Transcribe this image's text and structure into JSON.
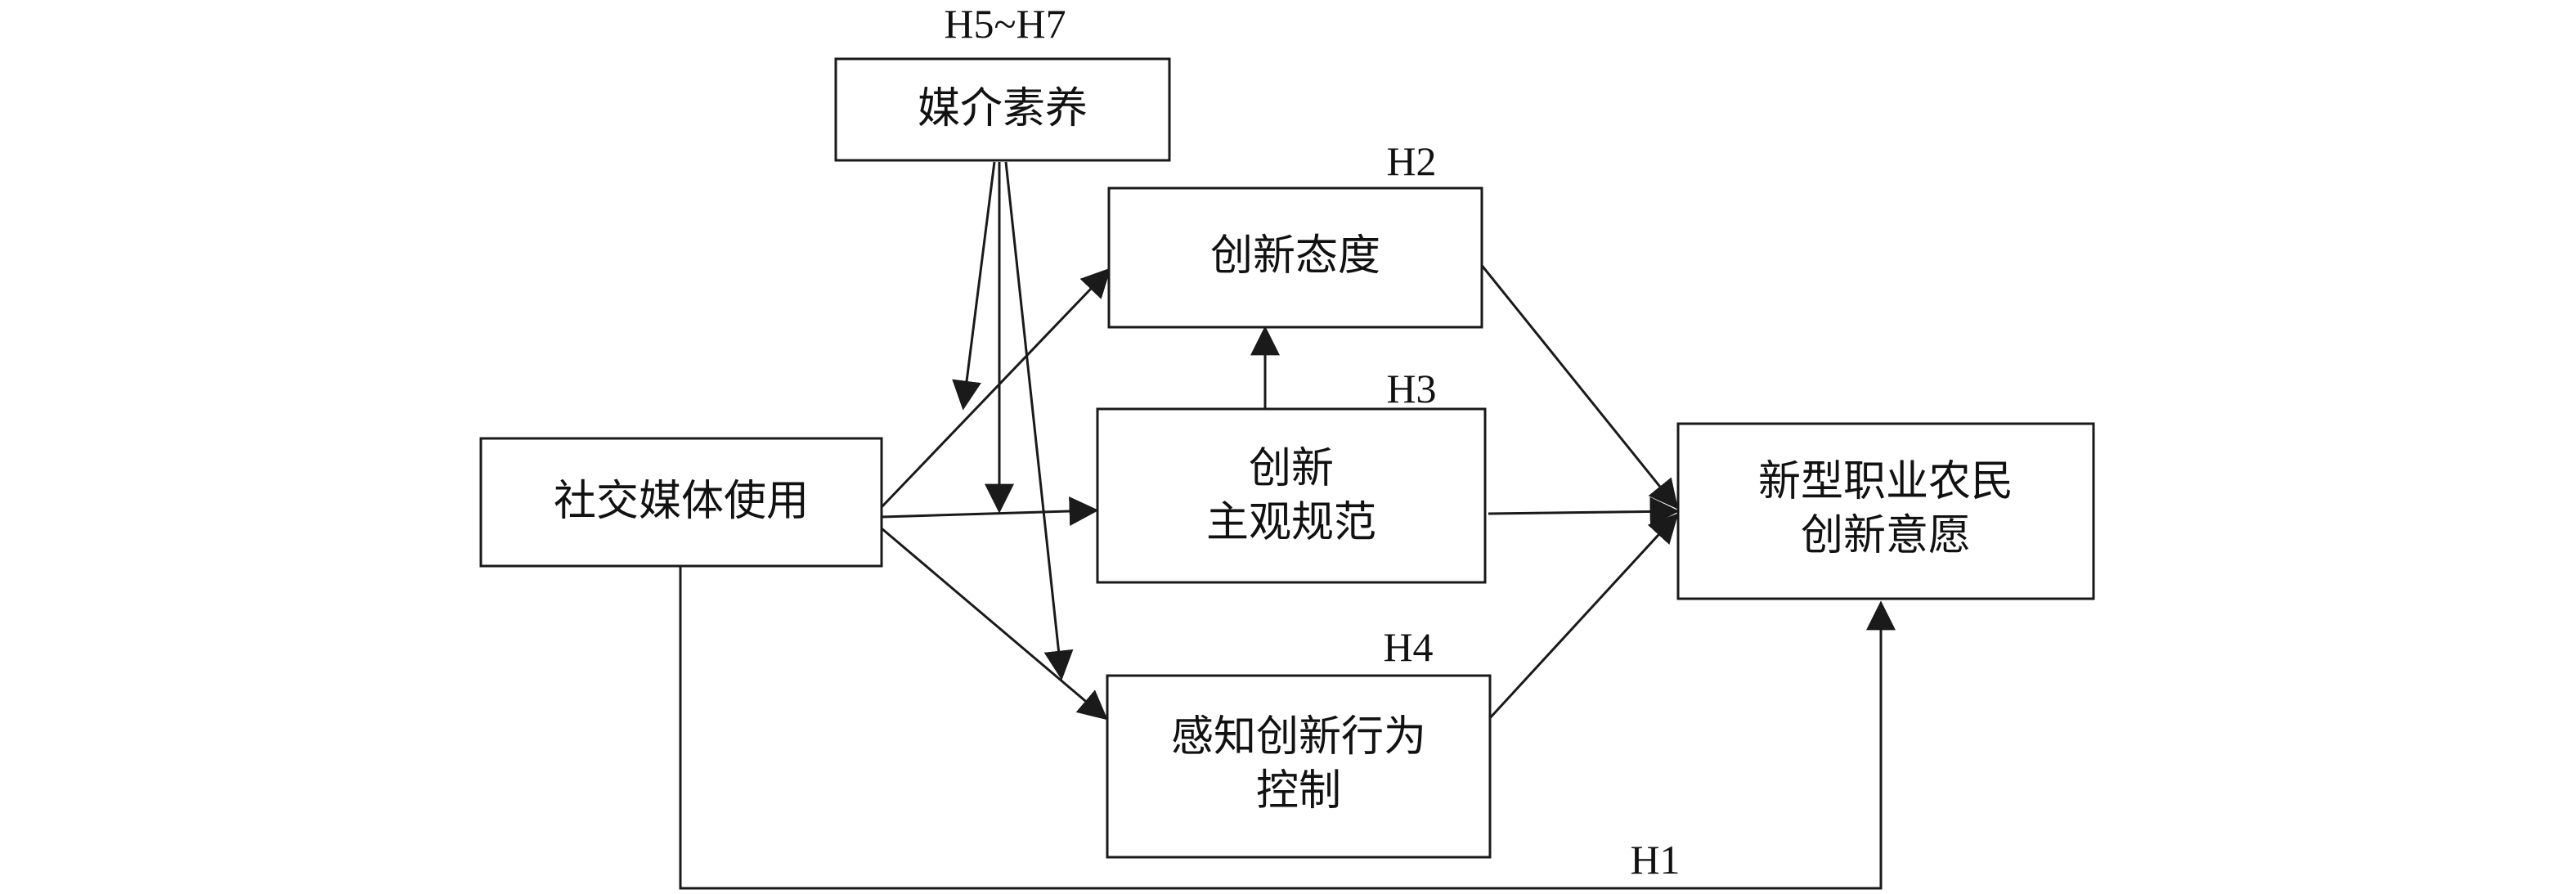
{
  "nodes": {
    "media_literacy": {
      "lines": [
        "媒介素养"
      ]
    },
    "social_media_use": {
      "lines": [
        "社交媒体使用"
      ]
    },
    "innovation_attitude": {
      "lines": [
        "创新态度"
      ]
    },
    "subjective_norm": {
      "lines": [
        "创新",
        "主观规范"
      ]
    },
    "perceived_control": {
      "lines": [
        "感知创新行为",
        "控制"
      ]
    },
    "innovation_intention": {
      "lines": [
        "新型职业农民",
        "创新意愿"
      ]
    }
  },
  "hypotheses": {
    "h1": "H1",
    "h2": "H2",
    "h3": "H3",
    "h4": "H4",
    "h5_h7": "H5~H7"
  },
  "colors": {
    "line": "#1a1a1a",
    "text": "#111111",
    "background": "#ffffff"
  }
}
